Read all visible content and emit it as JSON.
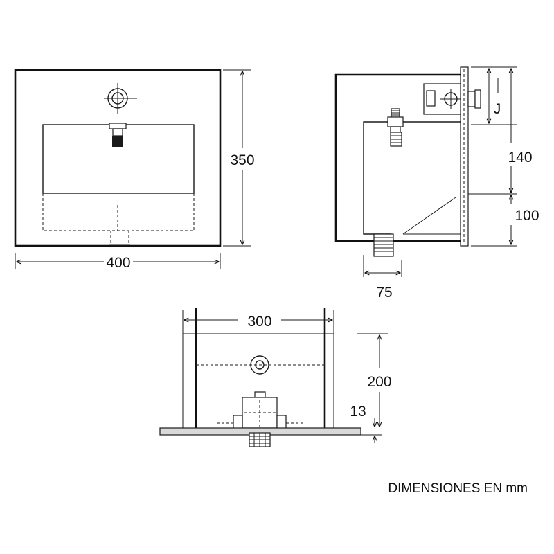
{
  "front_view": {
    "width_label": "400",
    "height_label": "350"
  },
  "side_view": {
    "upper_label": "140",
    "lower_label": "100",
    "outlet_label": "75",
    "bracket_label": "J"
  },
  "bottom_view": {
    "width_label": "300",
    "height_label": "200",
    "plate_label": "13"
  },
  "note": "DIMENSIONES EN mm"
}
